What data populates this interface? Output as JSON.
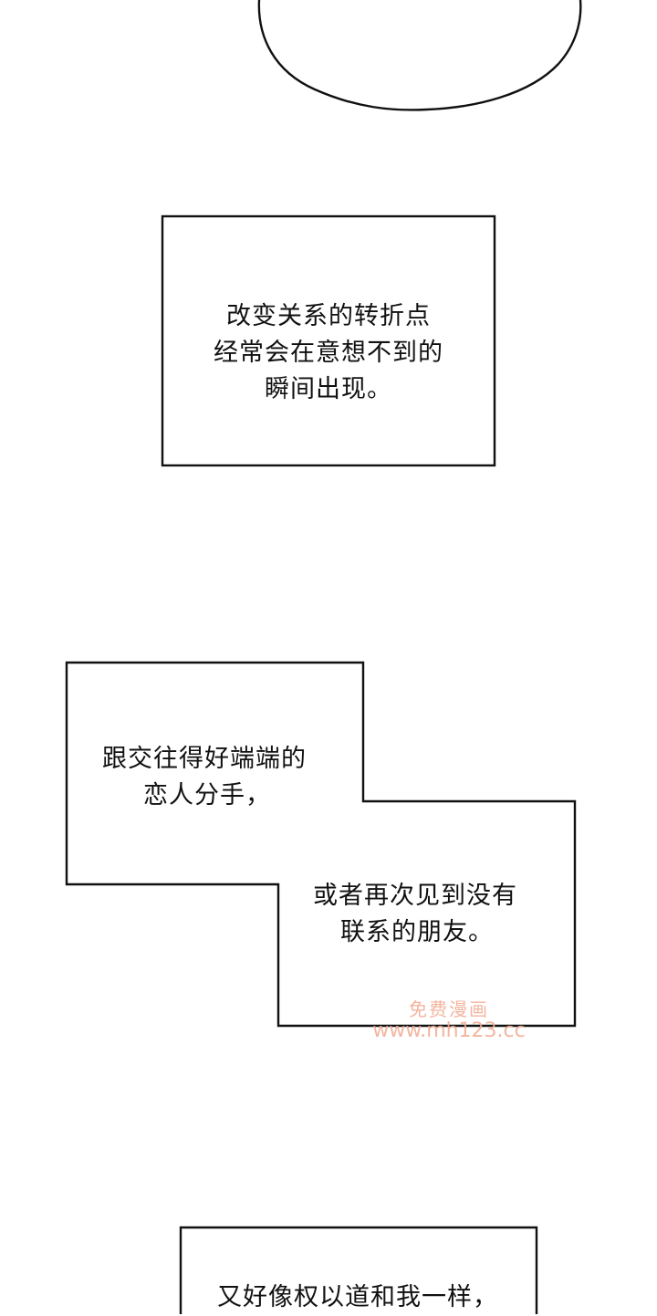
{
  "captions": {
    "box1": {
      "lines": [
        "改变关系的转折点",
        "经常会在意想不到的",
        "瞬间出现。"
      ]
    },
    "box2": {
      "top_lines": [
        "跟交往得好端端的",
        "恋人分手，"
      ],
      "bottom_lines": [
        "或者再次见到没有",
        "联系的朋友。"
      ]
    },
    "box3": {
      "lines": [
        "又好像权以道和我一样，"
      ]
    }
  },
  "watermark": {
    "title": "免费漫画",
    "url": "www.mh123.cc",
    "color": "#f1a98f"
  }
}
